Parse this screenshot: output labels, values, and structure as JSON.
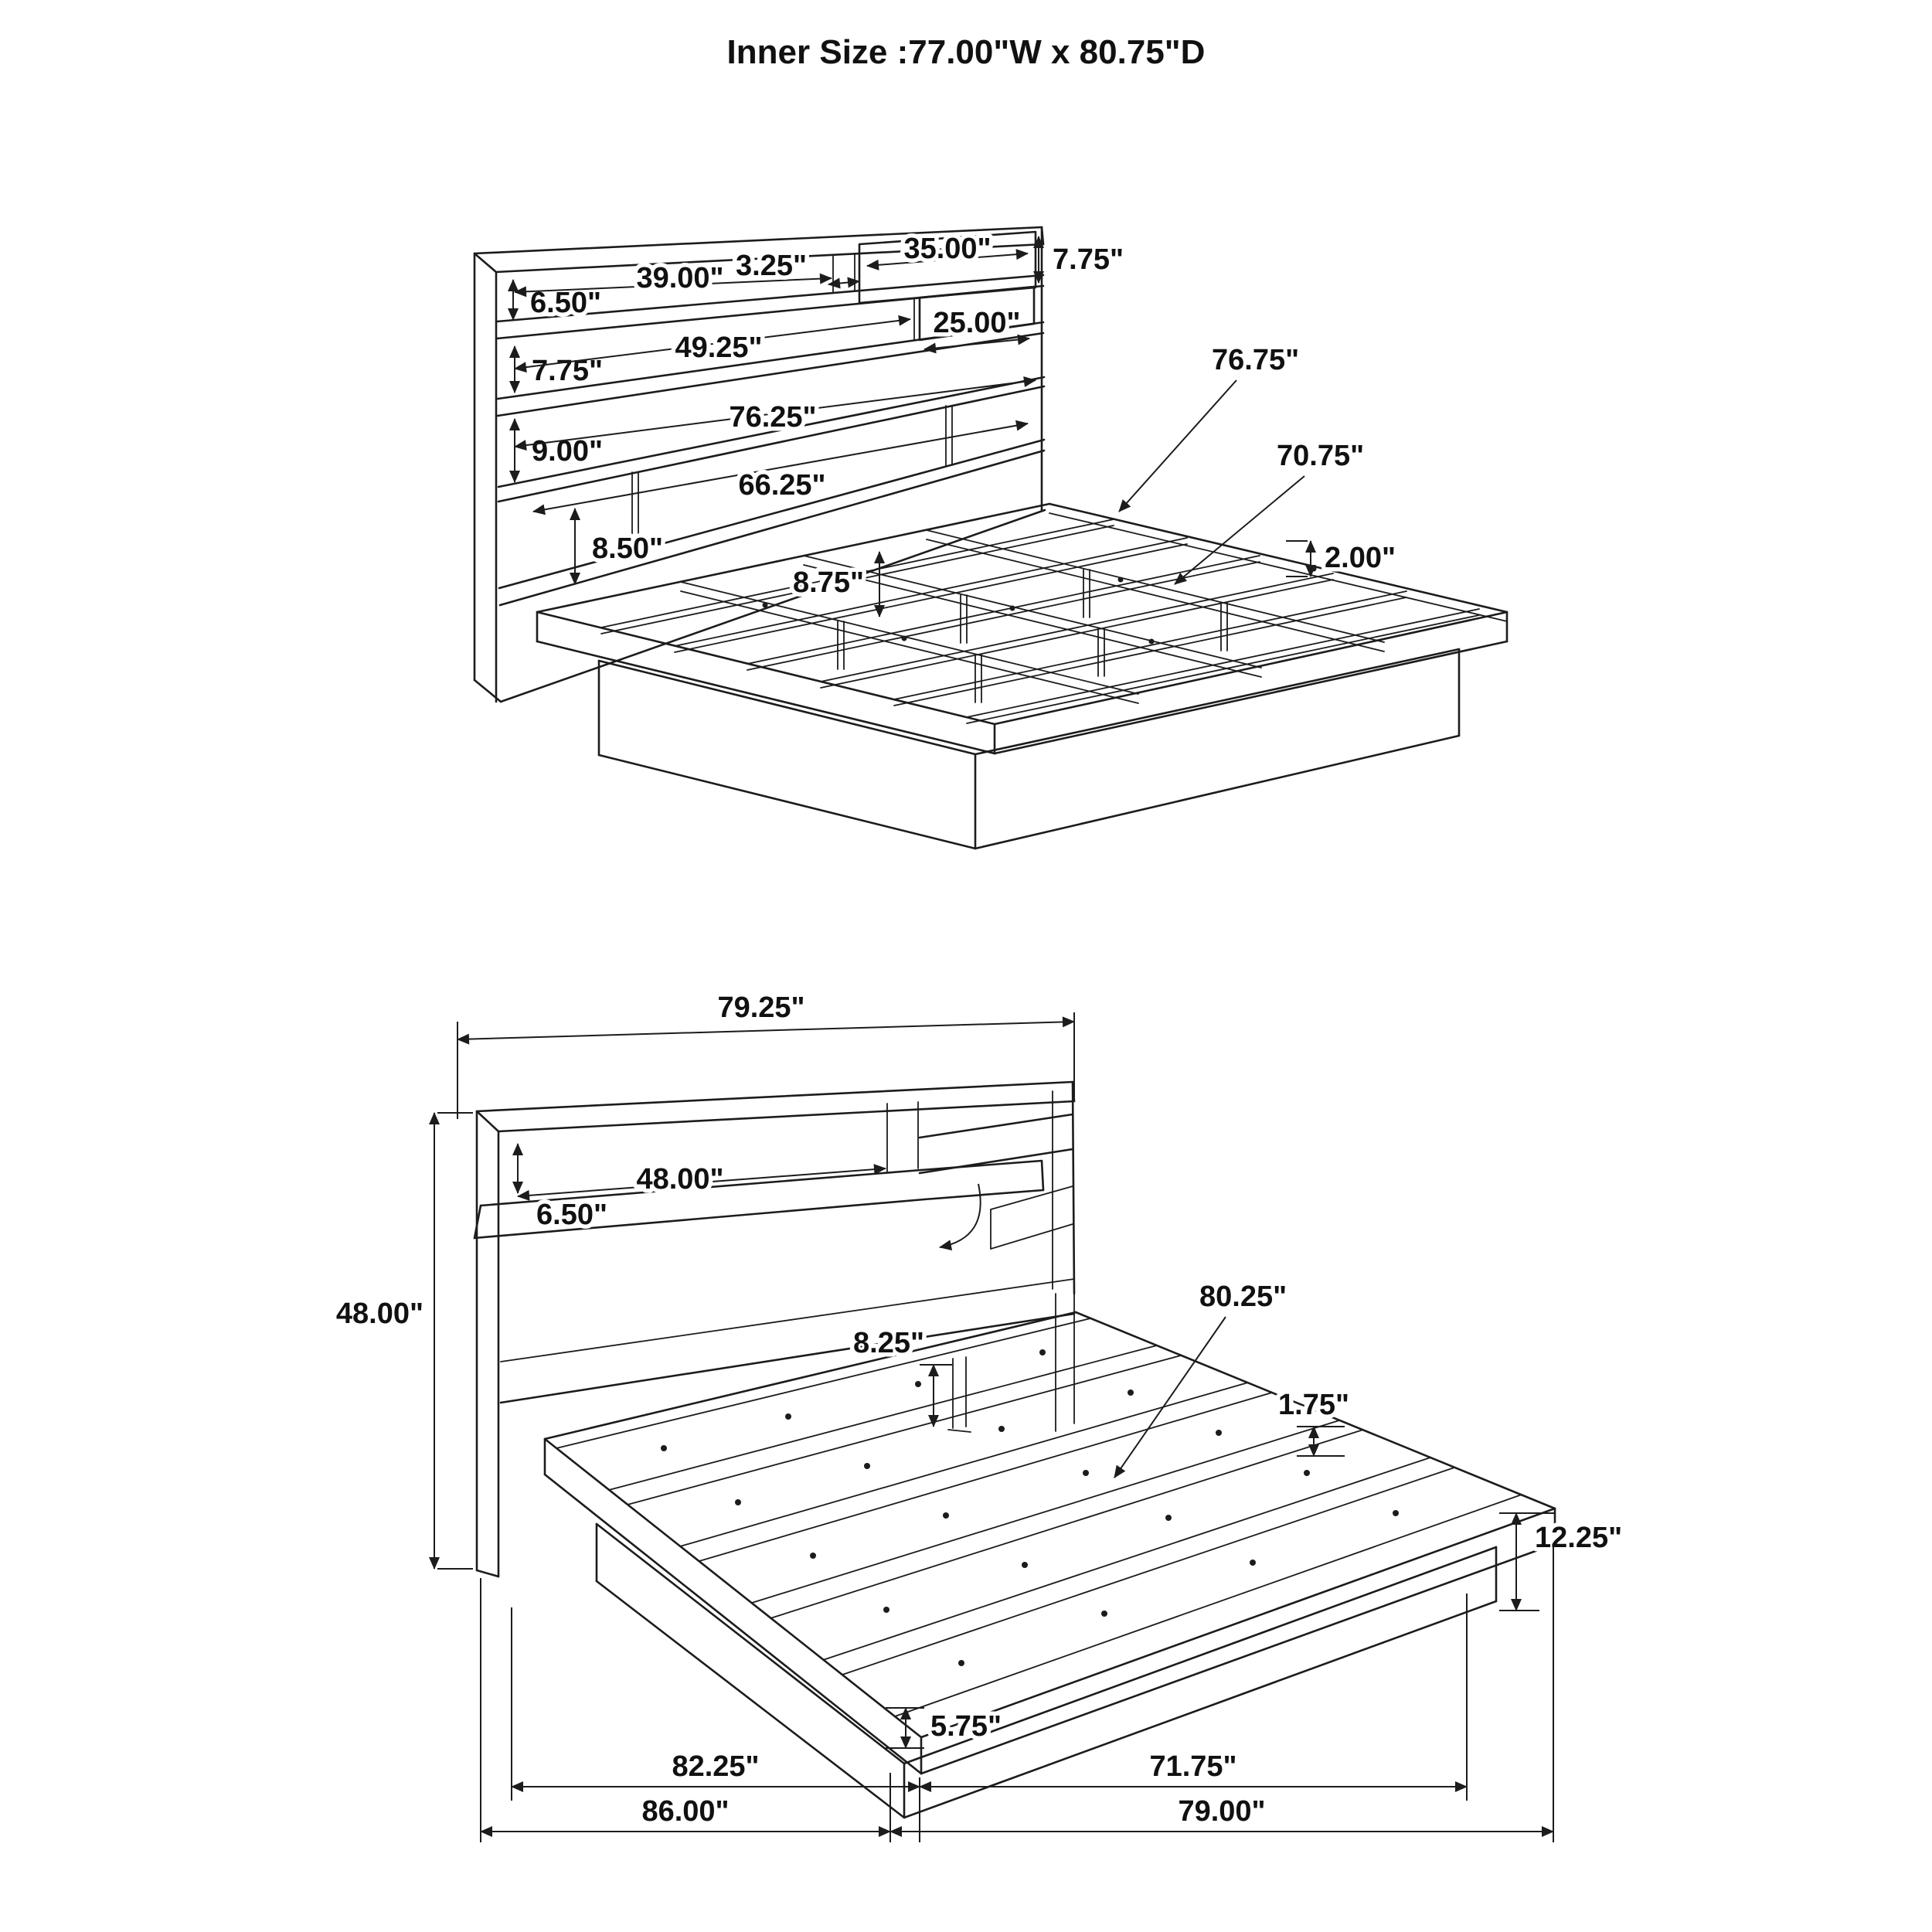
{
  "title": "Inner Size :77.00\"W x 80.75\"D",
  "top_view": {
    "dims": {
      "shelf1_height": "6.50\"",
      "shelf1_width": "39.00\"",
      "shelf1_divider": "3.25\"",
      "top_right_compartment_width": "35.00\"",
      "top_right_compartment_height": "7.75\"",
      "shelf2_height": "7.75\"",
      "shelf2_width": "49.25\"",
      "shelf2_right_compartment_width": "25.00\"",
      "middle_band_height": "9.00\"",
      "headboard_inner_width": "76.25\"",
      "lower_opening_width": "66.25\"",
      "lower_opening_height": "8.50\"",
      "slat_support_height": "8.75\"",
      "side_rail_length": "76.75\"",
      "center_rail_length": "70.75\"",
      "rail_thickness": "2.00\""
    }
  },
  "bottom_view": {
    "dims": {
      "headboard_width": "79.25\"",
      "headboard_height": "48.00\"",
      "shelf_opening_width": "48.00\"",
      "shelf_opening_height": "6.50\"",
      "headboard_to_deck_gap": "8.25\"",
      "slat_platform_length": "80.25\"",
      "slat_thickness": "1.75\"",
      "platform_side_height": "12.25\"",
      "base_height": "5.75\"",
      "footprint_length_inner": "82.25\"",
      "footprint_width_inner": "71.75\"",
      "footprint_length_outer": "86.00\"",
      "footprint_width_outer": "79.00\""
    }
  }
}
